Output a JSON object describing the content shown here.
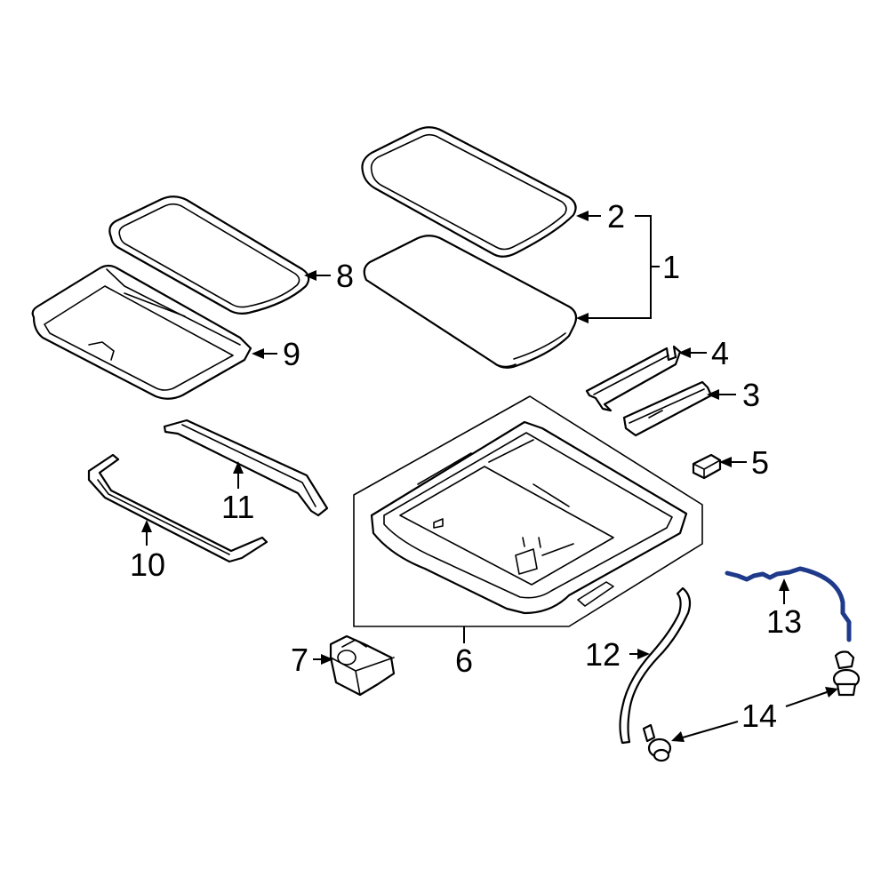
{
  "callouts": {
    "c1": "1",
    "c2": "2",
    "c3": "3",
    "c4": "4",
    "c5": "5",
    "c6": "6",
    "c7": "7",
    "c8": "8",
    "c9": "9",
    "c10": "10",
    "c11": "11",
    "c12": "12",
    "c13": "13",
    "c14": "14"
  },
  "colors": {
    "line": "#000000",
    "highlight": "#1f3a8a",
    "background": "#ffffff"
  }
}
